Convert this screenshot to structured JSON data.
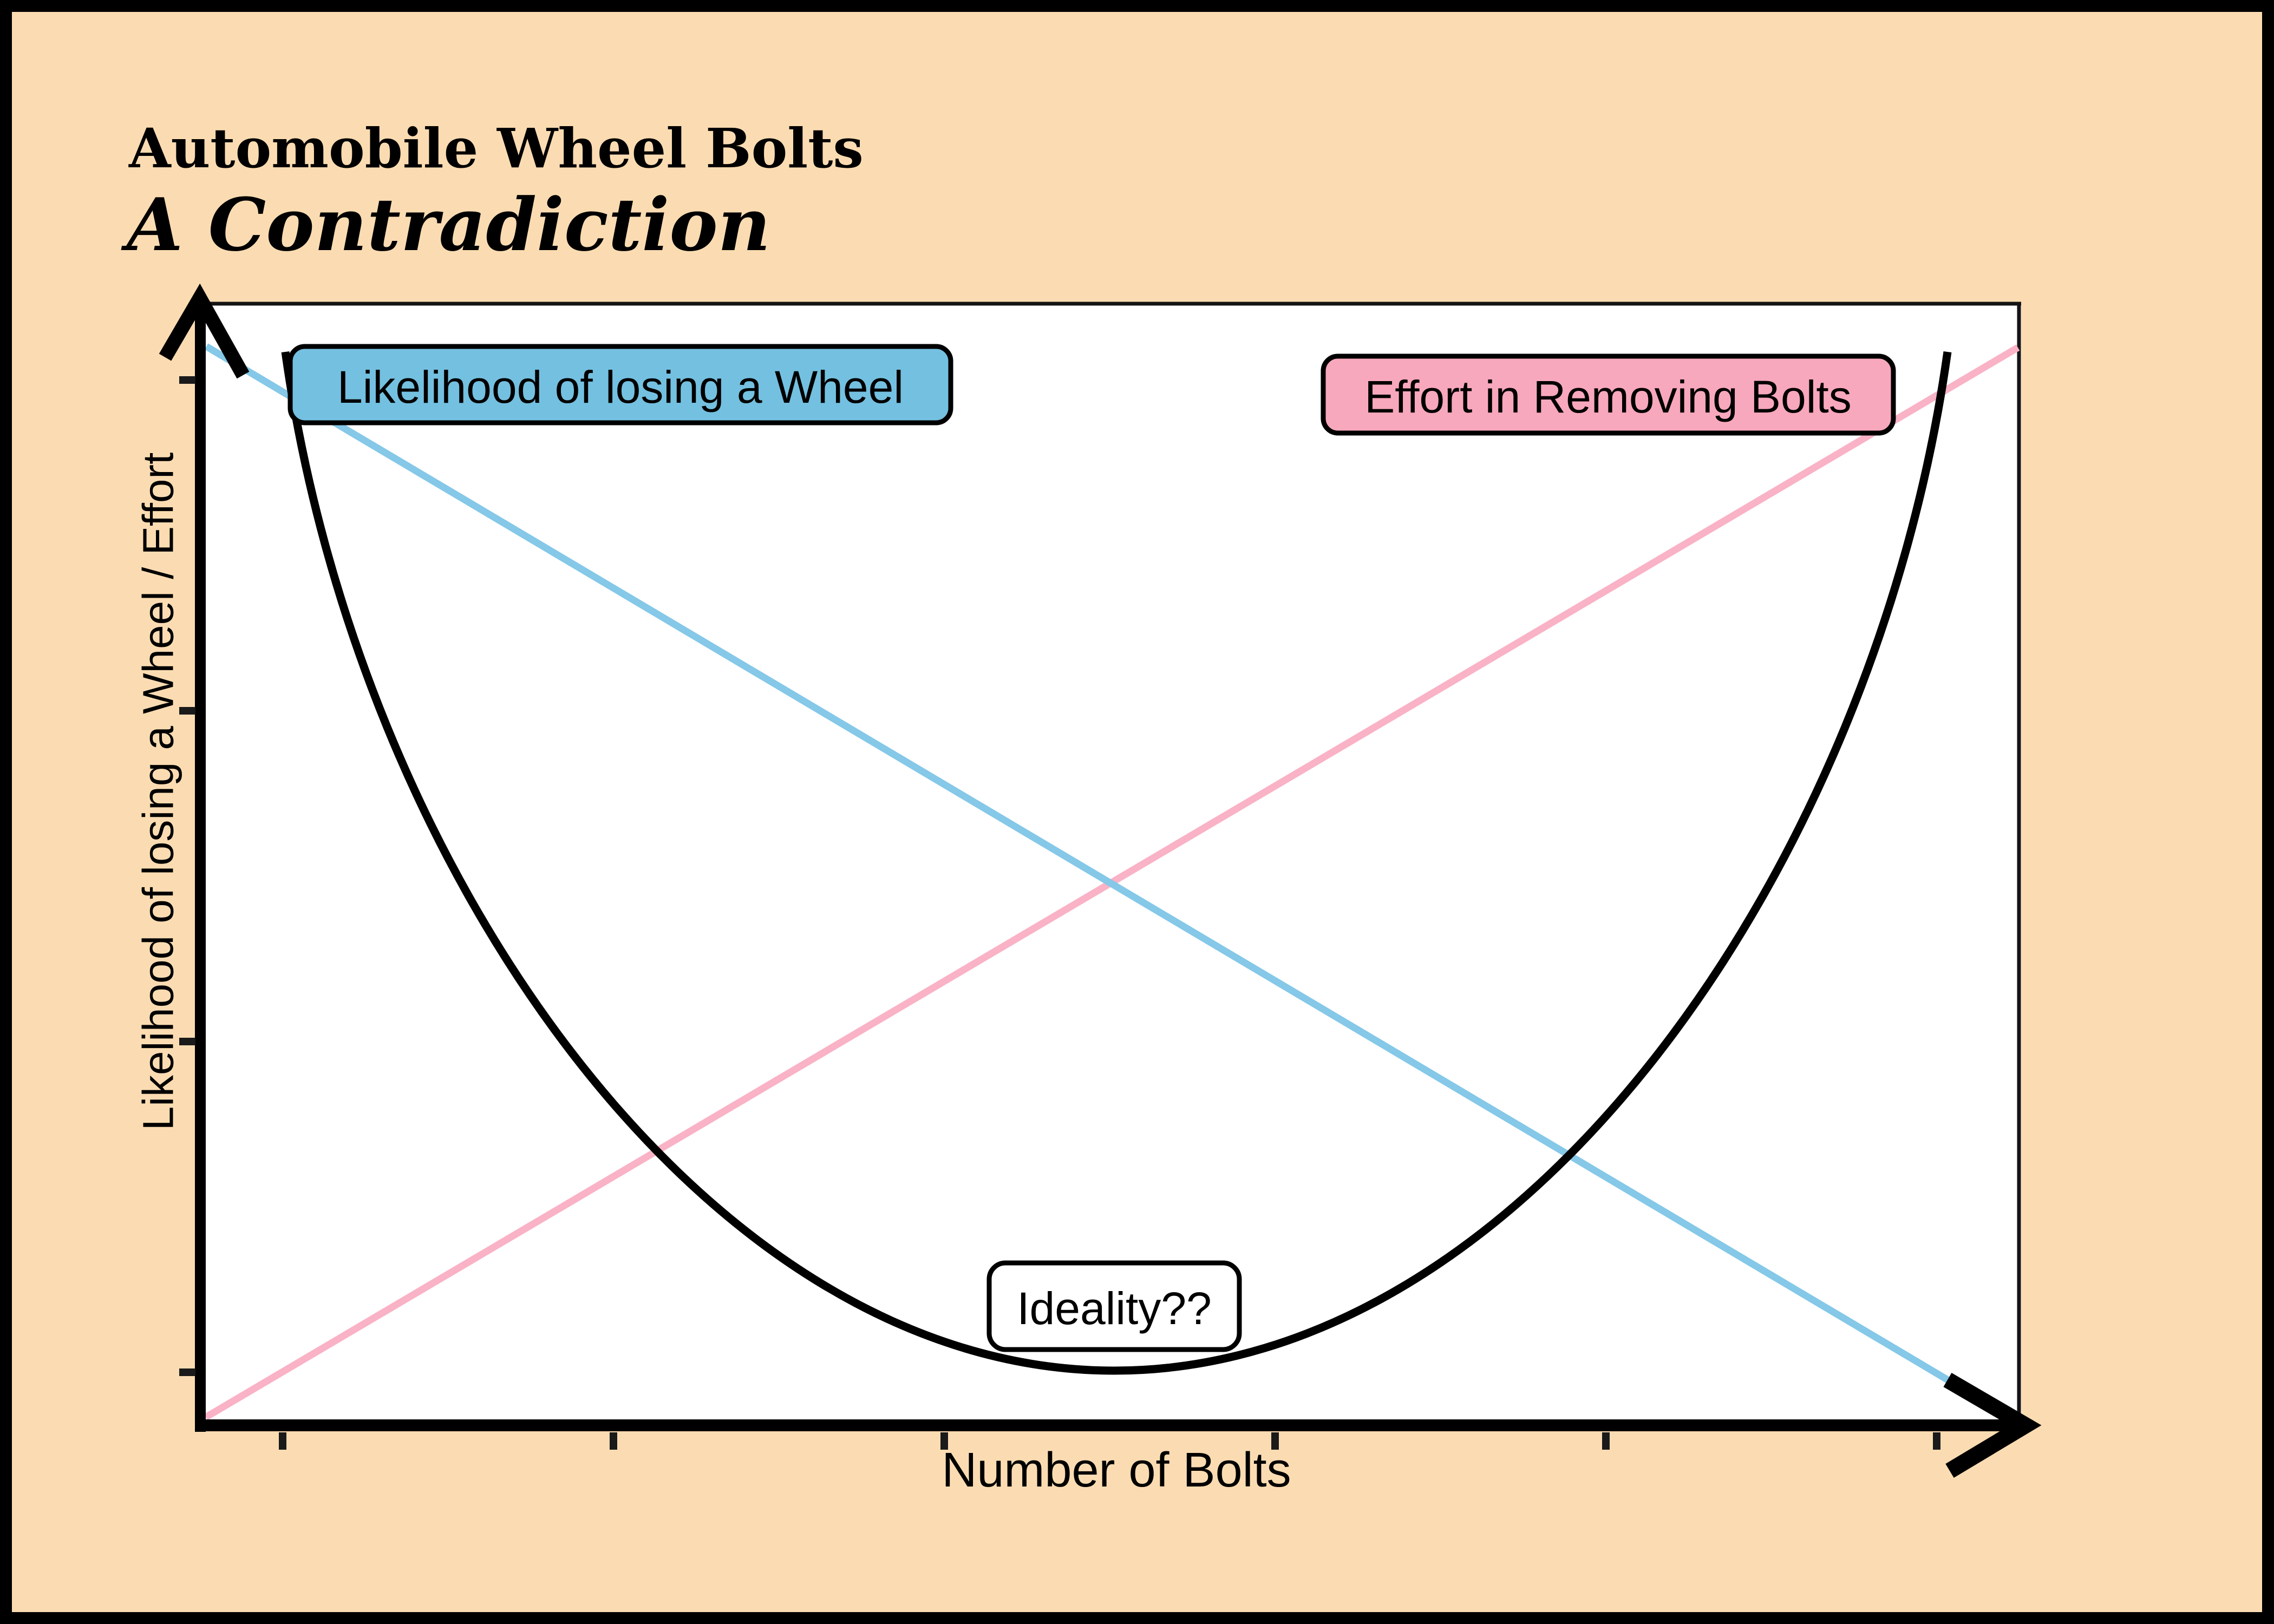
{
  "header": {
    "title": "Automobile Wheel Bolts",
    "subtitle": "A Contradiction"
  },
  "axes": {
    "x_label": "Number of Bolts",
    "y_label": "Likelihood of losing a Wheel / Effort",
    "x_tick_count": 6,
    "y_tick_count": 4,
    "tick_numeric_labels_shown": false
  },
  "annotations": {
    "likelihood_label": "Likelihood of losing a Wheel",
    "effort_label": "Effort in Removing Bolts",
    "ideality_label": "Ideality??"
  },
  "colors": {
    "background": "#FBDCB2",
    "plot_background": "#FFFFFF",
    "outer_border": "#000000",
    "axis": "#000000",
    "likelihood_line": "#85C8E8",
    "likelihood_box_fill": "#74C0E0",
    "effort_line": "#F9B2C6",
    "effort_box_fill": "#F8A8BC",
    "ideality_curve": "#000000",
    "ideality_box_fill": "#FFFFFF"
  },
  "chart_data": {
    "type": "line",
    "title": "Automobile Wheel Bolts — A Contradiction",
    "xlabel": "Number of Bolts",
    "ylabel": "Likelihood of losing a Wheel / Effort",
    "x_range_normalized": [
      0,
      1
    ],
    "y_range_normalized": [
      0,
      1
    ],
    "axis_numeric_labels": false,
    "grid": false,
    "legend_position": "inline-annotation-boxes",
    "series": [
      {
        "name": "Likelihood of losing a Wheel",
        "color": "#85C8E8",
        "style": "straight-line-decreasing",
        "points": [
          [
            0.005,
            0.96
          ],
          [
            0.96,
            0.04
          ]
        ]
      },
      {
        "name": "Effort in Removing Bolts",
        "color": "#F9B2C6",
        "style": "straight-line-increasing",
        "points": [
          [
            0.004,
            0.01
          ],
          [
            1.0,
            0.96
          ]
        ]
      },
      {
        "name": "Ideality curve",
        "color": "#000000",
        "style": "u-shaped-curve",
        "annotation": "Ideality??",
        "annotation_at_minimum": true,
        "points": [
          [
            0.05,
            0.96
          ],
          [
            0.12,
            0.62
          ],
          [
            0.2,
            0.35
          ],
          [
            0.3,
            0.15
          ],
          [
            0.4,
            0.07
          ],
          [
            0.5,
            0.05
          ],
          [
            0.6,
            0.07
          ],
          [
            0.7,
            0.15
          ],
          [
            0.8,
            0.35
          ],
          [
            0.88,
            0.62
          ],
          [
            0.96,
            0.96
          ]
        ]
      }
    ]
  }
}
